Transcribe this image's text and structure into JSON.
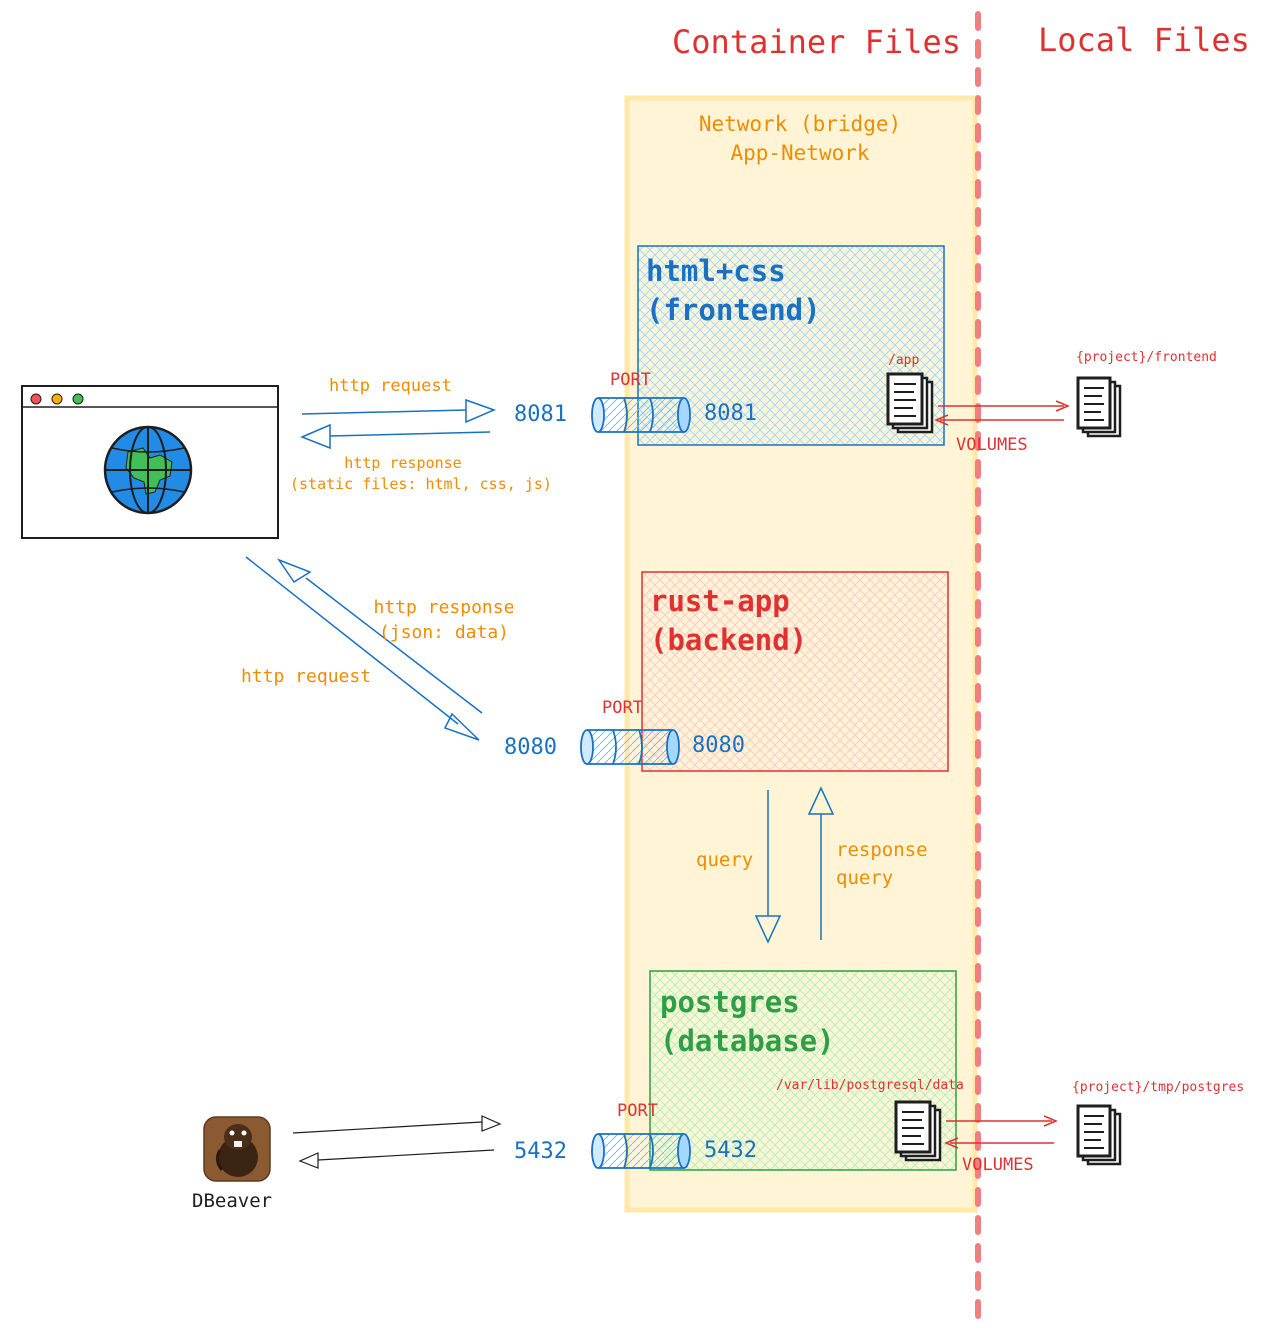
{
  "headers": {
    "container_files": "Container Files",
    "local_files": "Local Files"
  },
  "network": {
    "line1": "Network (bridge)",
    "line2": "App-Network"
  },
  "services": {
    "frontend": {
      "line1": "html+css",
      "line2": "(frontend)",
      "mount": "/app",
      "host_port": "8081",
      "container_port": "8081",
      "port_label": "PORT"
    },
    "backend": {
      "line1": "rust-app",
      "line2": "(backend)",
      "host_port": "8080",
      "container_port": "8080",
      "port_label": "PORT"
    },
    "database": {
      "line1": "postgres",
      "line2": "(database)",
      "mount": "/var/lib/postgresql/data",
      "host_port": "5432",
      "container_port": "5432",
      "port_label": "PORT"
    }
  },
  "local": {
    "frontend_path": "{project}/frontend",
    "postgres_path": "{project}/tmp/postgres",
    "volumes_1": "VOLUMES",
    "volumes_2": "VOLUMES"
  },
  "flows": {
    "req_static": "http request",
    "resp_static_1": "http response",
    "resp_static_2": "(static files: html, css, js)",
    "resp_json_1": "http response",
    "resp_json_2": "(json: data)",
    "req_api": "http request",
    "query": "query",
    "resp_query_1": "response",
    "resp_query_2": "query"
  },
  "client": {
    "dbeaver_label": "DBeaver"
  },
  "icons": [
    "browser-window-icon",
    "globe-icon",
    "file-stack-icon",
    "beaver-icon",
    "port-cylinder-icon"
  ],
  "colors": {
    "red": "#e03131",
    "orange": "#f08c00",
    "blue": "#1971c2",
    "green": "#2f9e44",
    "network_fill": "#fff5d6",
    "network_border": "#ffe9a8"
  }
}
